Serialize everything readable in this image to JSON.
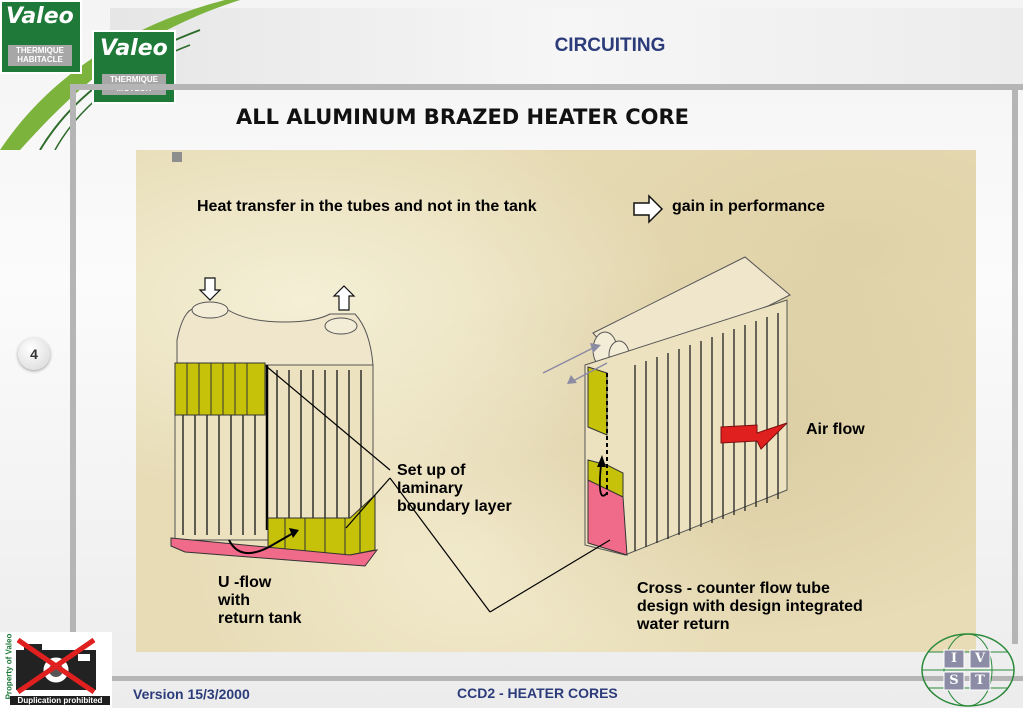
{
  "header": {
    "title": "CIRCUITING"
  },
  "logos": {
    "left": {
      "word": "Valeo",
      "sub_line1": "THERMIQUE",
      "sub_line2": "HABITACLE"
    },
    "right": {
      "word": "Valeo",
      "sub_line1": "THERMIQUE",
      "sub_line2": "MOTEUR"
    }
  },
  "slide": {
    "main_title": "ALL ALUMINUM BRAZED HEATER CORE",
    "page_number": "4",
    "statement_left": "Heat transfer in the tubes and not in the tank",
    "statement_right": "gain in performance",
    "label_setup_line1": "Set up of",
    "label_setup_line2": "laminary",
    "label_setup_line3": "boundary layer",
    "label_uflow_line1": "U -flow",
    "label_uflow_line2": "with",
    "label_uflow_line3": "return tank",
    "label_airflow": "Air flow",
    "label_cross_line1": "Cross - counter flow tube",
    "label_cross_line2": "design with design integrated",
    "label_cross_line3": "water return"
  },
  "footer": {
    "version": "Version 15/3/2000",
    "center": "CCD2 - HEATER CORES",
    "property_text": "Property of Valeo",
    "duplication_text": "Duplication prohibited",
    "ivst_letters": [
      "I",
      "V",
      "S",
      "T"
    ]
  },
  "colors": {
    "title_blue": "#2c3c7a",
    "valeo_green": "#1f7a3a",
    "tank_yellow_green": "#c6c20a",
    "pink": "#f06b8a",
    "airflow_red": "#e0201e"
  }
}
